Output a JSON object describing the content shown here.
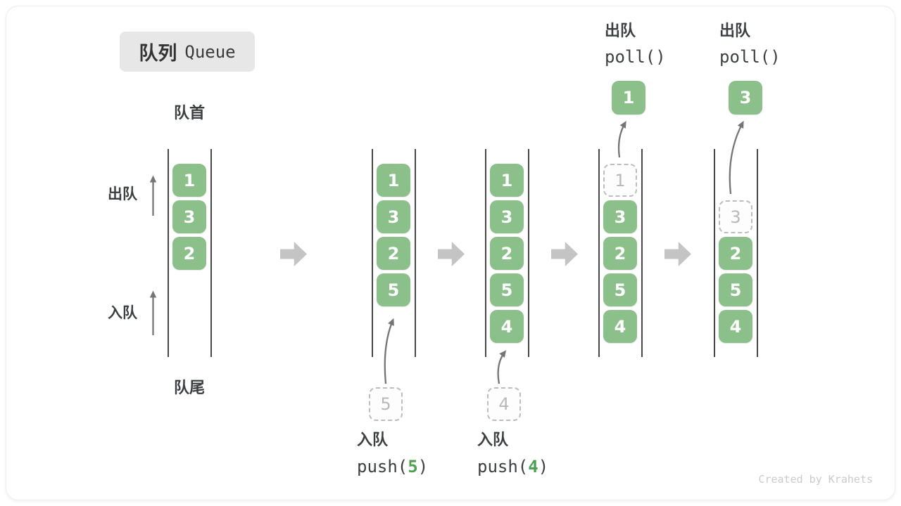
{
  "title": {
    "zh": "队列",
    "en": "Queue"
  },
  "labels": {
    "front": "队首",
    "rear": "队尾",
    "dequeue": "出队",
    "enqueue": "入队"
  },
  "states": [
    {
      "items": [
        {
          "slot": 0,
          "value": "1"
        },
        {
          "slot": 1,
          "value": "3"
        },
        {
          "slot": 2,
          "value": "2"
        }
      ]
    },
    {
      "items": [
        {
          "slot": 0,
          "value": "1"
        },
        {
          "slot": 1,
          "value": "3"
        },
        {
          "slot": 2,
          "value": "2"
        },
        {
          "slot": 3,
          "value": "5"
        }
      ]
    },
    {
      "items": [
        {
          "slot": 0,
          "value": "1"
        },
        {
          "slot": 1,
          "value": "3"
        },
        {
          "slot": 2,
          "value": "2"
        },
        {
          "slot": 3,
          "value": "5"
        },
        {
          "slot": 4,
          "value": "4"
        }
      ]
    },
    {
      "items": [
        {
          "slot": 0,
          "value": "1",
          "ghost": true
        },
        {
          "slot": 1,
          "value": "3"
        },
        {
          "slot": 2,
          "value": "2"
        },
        {
          "slot": 3,
          "value": "5"
        },
        {
          "slot": 4,
          "value": "4"
        }
      ]
    },
    {
      "items": [
        {
          "slot": 1,
          "value": "3",
          "ghost": true
        },
        {
          "slot": 2,
          "value": "2"
        },
        {
          "slot": 3,
          "value": "5"
        },
        {
          "slot": 4,
          "value": "4"
        }
      ]
    }
  ],
  "operations": {
    "pushes": [
      {
        "label": "入队",
        "code_prefix": "push(",
        "arg": "5",
        "code_suffix": ")",
        "ghost_value": "5"
      },
      {
        "label": "入队",
        "code_prefix": "push(",
        "arg": "4",
        "code_suffix": ")",
        "ghost_value": "4"
      }
    ],
    "polls": [
      {
        "label": "出队",
        "code": "poll()",
        "result": "1"
      },
      {
        "label": "出队",
        "code": "poll()",
        "result": "3"
      }
    ]
  },
  "watermark": "Created by Krahets",
  "colors": {
    "box_green": "#8cc08a",
    "code_arg_green": "#4fa052",
    "text_dark": "#3b3f42",
    "ghost_gray": "#bdbdbd",
    "block_arrow_gray": "#c4c4c4",
    "thin_arrow_gray": "#757575",
    "badge_bg": "#e7e7e7"
  }
}
